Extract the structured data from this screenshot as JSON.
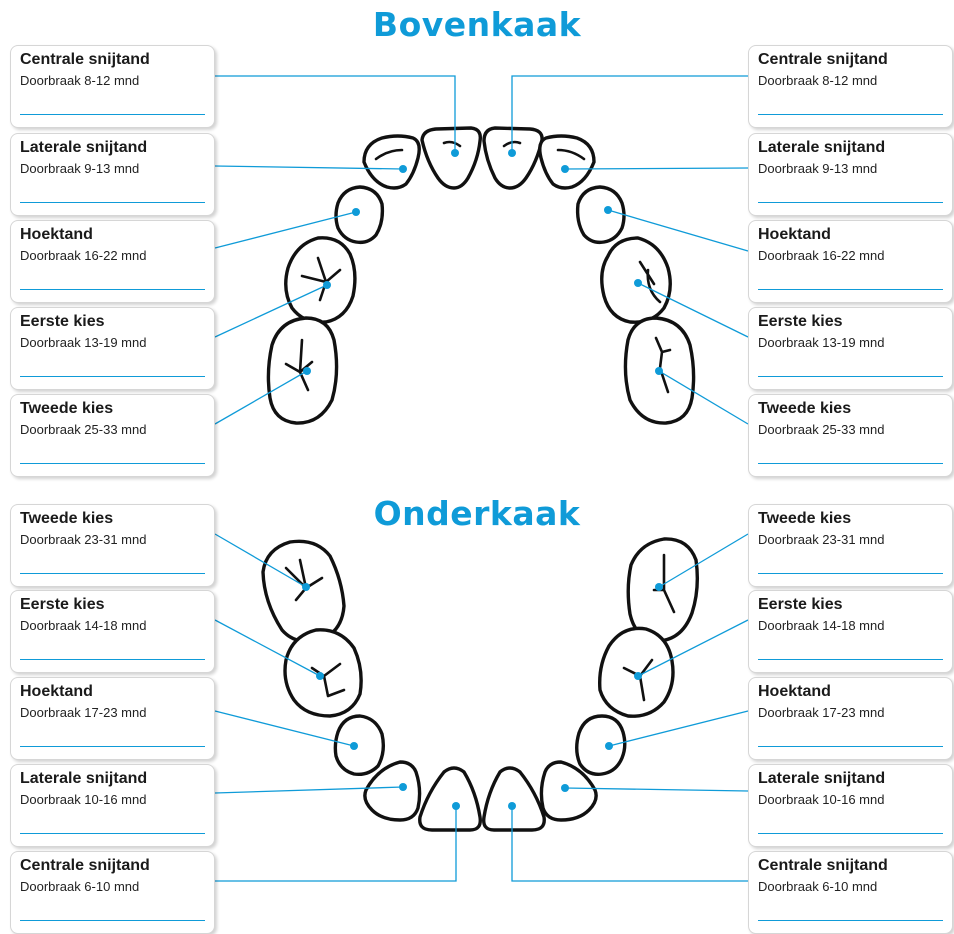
{
  "titles": {
    "upper": "Bovenkaak",
    "lower": "Onderkaak"
  },
  "colors": {
    "accent": "#0f9bd8",
    "tooth_outline": "#111111",
    "card_border": "#d6d6d6"
  },
  "upper_left": [
    {
      "name": "Centrale snijtand",
      "eruption": "Doorbraak 8-12 mnd"
    },
    {
      "name": "Laterale snijtand",
      "eruption": "Doorbraak 9-13 mnd"
    },
    {
      "name": "Hoektand",
      "eruption": "Doorbraak 16-22 mnd"
    },
    {
      "name": "Eerste kies",
      "eruption": "Doorbraak 13-19 mnd"
    },
    {
      "name": "Tweede kies",
      "eruption": "Doorbraak 25-33 mnd"
    }
  ],
  "upper_right": [
    {
      "name": "Centrale snijtand",
      "eruption": "Doorbraak 8-12 mnd"
    },
    {
      "name": "Laterale snijtand",
      "eruption": "Doorbraak 9-13 mnd"
    },
    {
      "name": "Hoektand",
      "eruption": "Doorbraak 16-22 mnd"
    },
    {
      "name": "Eerste kies",
      "eruption": "Doorbraak 13-19 mnd"
    },
    {
      "name": "Tweede kies",
      "eruption": "Doorbraak 25-33 mnd"
    }
  ],
  "lower_left": [
    {
      "name": "Tweede kies",
      "eruption": "Doorbraak 23-31 mnd"
    },
    {
      "name": "Eerste kies",
      "eruption": "Doorbraak 14-18 mnd"
    },
    {
      "name": "Hoektand",
      "eruption": "Doorbraak 17-23 mnd"
    },
    {
      "name": "Laterale snijtand",
      "eruption": "Doorbraak 10-16 mnd"
    },
    {
      "name": "Centrale snijtand",
      "eruption": "Doorbraak 6-10 mnd"
    }
  ],
  "lower_right": [
    {
      "name": "Tweede kies",
      "eruption": "Doorbraak 23-31 mnd"
    },
    {
      "name": "Eerste kies",
      "eruption": "Doorbraak 14-18 mnd"
    },
    {
      "name": "Hoektand",
      "eruption": "Doorbraak 17-23 mnd"
    },
    {
      "name": "Laterale snijtand",
      "eruption": "Doorbraak 10-16 mnd"
    },
    {
      "name": "Centrale snijtand",
      "eruption": "Doorbraak 6-10 mnd"
    }
  ]
}
